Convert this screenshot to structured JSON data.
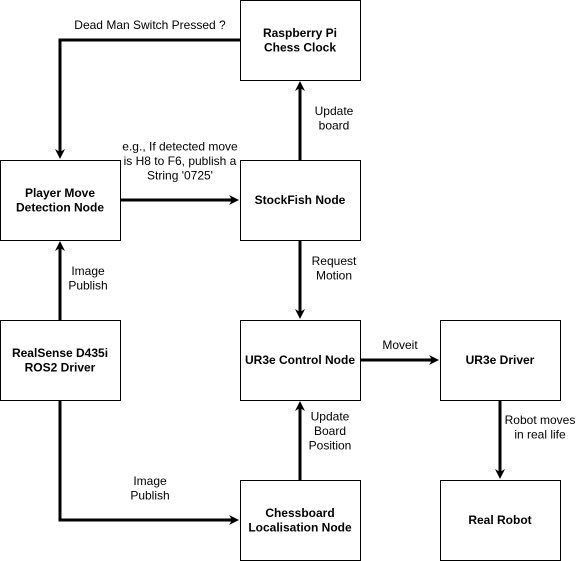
{
  "nodes": [
    {
      "id": "clock",
      "lines": [
        "Raspberry Pi",
        "Chess Clock"
      ]
    },
    {
      "id": "player",
      "lines": [
        "Player Move",
        "Detection Node"
      ]
    },
    {
      "id": "stockfish",
      "lines": [
        "StockFish Node"
      ]
    },
    {
      "id": "realsense",
      "lines": [
        "RealSense D435i",
        "ROS2 Driver"
      ]
    },
    {
      "id": "ur3e_control",
      "lines": [
        "UR3e Control Node"
      ]
    },
    {
      "id": "ur3e_driver",
      "lines": [
        "UR3e Driver"
      ]
    },
    {
      "id": "chessboard",
      "lines": [
        "Chessboard",
        "Localisation Node"
      ]
    },
    {
      "id": "real_robot",
      "lines": [
        "Real Robot"
      ]
    }
  ],
  "edges": [
    {
      "id": "clock-to-player",
      "from": "clock",
      "to": "player",
      "lines": [
        "Dead Man Switch Pressed ?"
      ]
    },
    {
      "id": "player-to-stockfish",
      "from": "player",
      "to": "stockfish",
      "lines": [
        "e.g., If detected move",
        "is H8 to F6, publish a",
        "String '0725'"
      ]
    },
    {
      "id": "stockfish-to-clock",
      "from": "stockfish",
      "to": "clock",
      "lines": [
        "Update",
        "board"
      ]
    },
    {
      "id": "stockfish-to-ur3e-control",
      "from": "stockfish",
      "to": "ur3e_control",
      "lines": [
        "Request",
        "Motion"
      ]
    },
    {
      "id": "realsense-to-player",
      "from": "realsense",
      "to": "player",
      "lines": [
        "Image",
        "Publish"
      ]
    },
    {
      "id": "ur3e-control-to-driver",
      "from": "ur3e_control",
      "to": "ur3e_driver",
      "lines": [
        "Moveit"
      ]
    },
    {
      "id": "chessboard-to-ur3e-control",
      "from": "chessboard",
      "to": "ur3e_control",
      "lines": [
        "Update",
        "Board",
        "Position"
      ]
    },
    {
      "id": "realsense-to-chessboard",
      "from": "realsense",
      "to": "chessboard",
      "lines": [
        "Image",
        "Publish"
      ]
    },
    {
      "id": "ur3e-driver-to-real-robot",
      "from": "ur3e_driver",
      "to": "real_robot",
      "lines": [
        "Robot moves",
        "in real life"
      ]
    }
  ]
}
